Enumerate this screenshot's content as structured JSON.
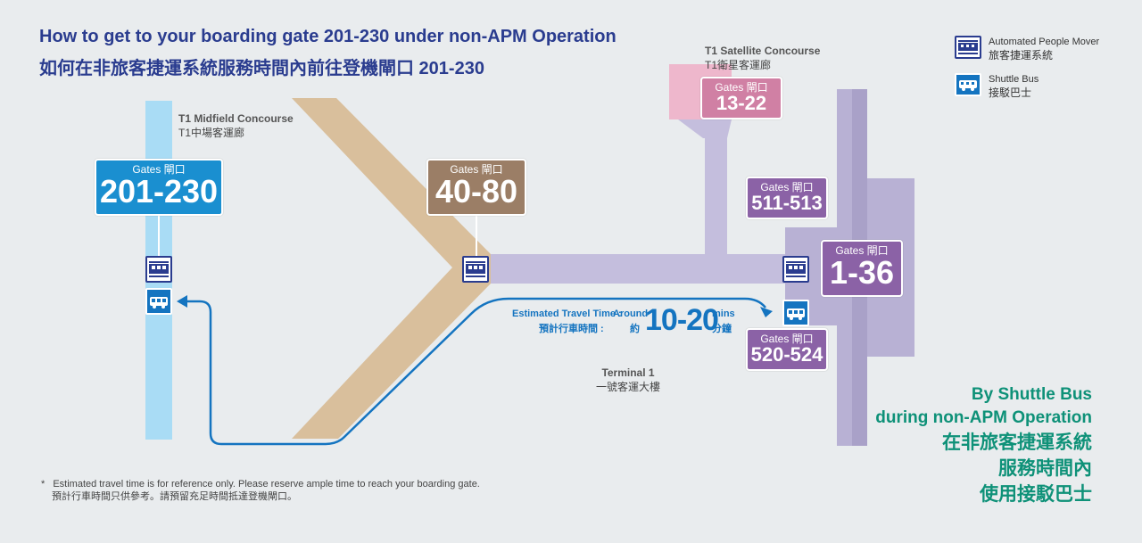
{
  "title": {
    "en": "How to get to your boarding gate 201-230 under non-APM Operation",
    "zh": "如何在非旅客捷運系統服務時間內前往登機閘口 201-230"
  },
  "concourses": {
    "midfield": {
      "en": "T1 Midfield Concourse",
      "zh": "T1中場客運廊"
    },
    "satellite": {
      "en": "T1 Satellite Concourse",
      "zh": "T1衛星客運廊"
    },
    "terminal": {
      "en": "Terminal 1",
      "zh": "一號客運大樓"
    }
  },
  "gates": [
    {
      "id": "201-230",
      "label": "Gates 閘口",
      "number": "201-230",
      "color": "#1a8fd0"
    },
    {
      "id": "40-80",
      "label": "Gates 閘口",
      "number": "40-80",
      "color": "#9b7e66"
    },
    {
      "id": "13-22",
      "label": "Gates 閘口",
      "number": "13-22",
      "color": "#d080a4"
    },
    {
      "id": "511-513",
      "label": "Gates 閘口",
      "number": "511-513",
      "color": "#8b62a6"
    },
    {
      "id": "1-36",
      "label": "Gates 閘口",
      "number": "1-36",
      "color": "#8b62a6"
    },
    {
      "id": "520-524",
      "label": "Gates 閘口",
      "number": "520-524",
      "color": "#8b62a6"
    }
  ],
  "travel_time": {
    "label_en": "Estimated Travel Time :",
    "label_zh": "預計行車時間 :",
    "around_en": "Around",
    "around_zh": "約",
    "value": "10-20",
    "unit_en": "mins",
    "unit_zh": "分鐘"
  },
  "legend": [
    {
      "icon": "apm-train-icon",
      "en": "Automated People Mover",
      "zh": "旅客捷運系統"
    },
    {
      "icon": "shuttle-bus-icon",
      "en": "Shuttle Bus",
      "zh": "接駁巴士"
    }
  ],
  "side_note": {
    "en_line1": "By Shuttle Bus",
    "en_line2": "during non-APM Operation",
    "zh_line1": "在非旅客捷運系統",
    "zh_line2": "服務時間內",
    "zh_line3": "使用接駁巴士"
  },
  "footnote": {
    "marker": "*",
    "en": "Estimated travel time is for reference only. Please reserve ample time to reach your boarding gate.",
    "zh": "預計行車時間只供參考。請預留充足時間抵達登機閘口。"
  },
  "colors": {
    "title": "#2a3c8f",
    "midfield": "#a9dcf5",
    "corridor": "#d9bf9c",
    "terminal": "#b8b1d4",
    "satellite": "#eeb7cc",
    "route": "#1474c0",
    "note": "#0e9178"
  }
}
